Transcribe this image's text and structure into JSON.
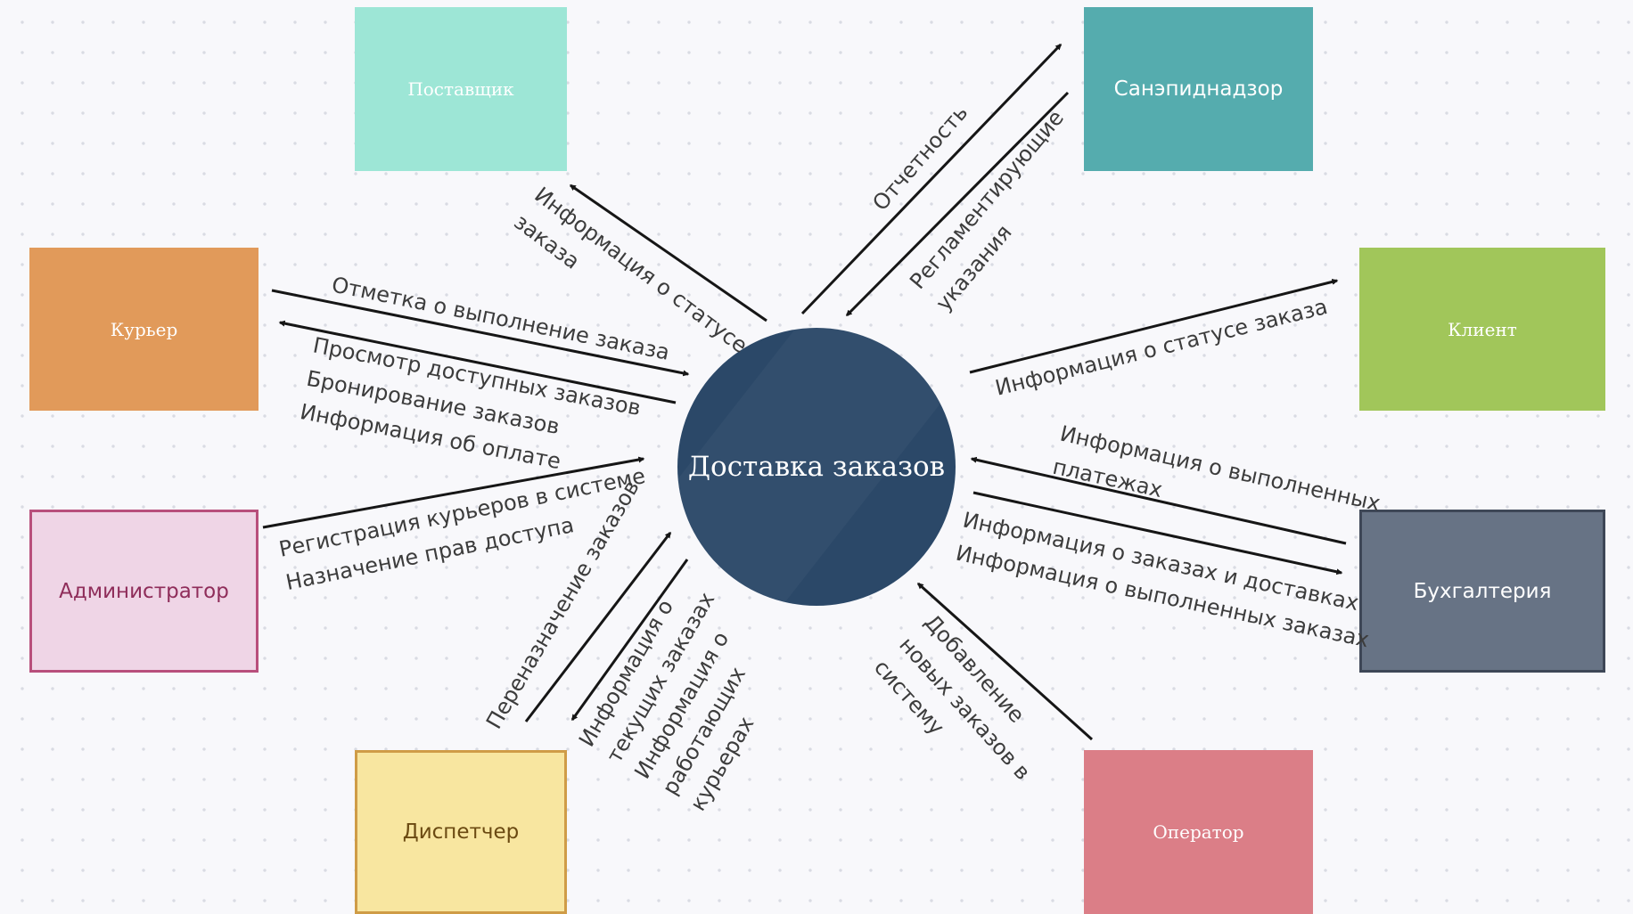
{
  "process": {
    "label": "Доставка заказов",
    "color": "#2b4868"
  },
  "entities": {
    "supplier": {
      "label": "Поставщик",
      "color": "#9de6d6"
    },
    "sanepid": {
      "label": "Санэпиднадзор",
      "color": "#55acae"
    },
    "courier": {
      "label": "Курьер",
      "color": "#e19a5a"
    },
    "client": {
      "label": "Клиент",
      "color": "#a1c65a"
    },
    "admin": {
      "label": "Администратор",
      "color": "#efd5e6"
    },
    "accounting": {
      "label": "Бухгалтерия",
      "color": "#677385"
    },
    "dispatcher": {
      "label": "Диспетчер",
      "color": "#f8e6a0"
    },
    "operator": {
      "label": "Оператор",
      "color": "#db7e87"
    }
  },
  "flows": {
    "supplier_status": {
      "lines": [
        "Информация о статусе",
        "заказа"
      ]
    },
    "sanepid_report": {
      "lines": [
        "Отчетность"
      ]
    },
    "sanepid_rules": {
      "lines": [
        "Регламентирующие",
        "указания"
      ]
    },
    "courier_done": {
      "lines": [
        "Отметка о выполнение заказа"
      ]
    },
    "courier_info": {
      "lines": [
        "Просмотр доступных заказов",
        "Бронирование заказов",
        "Информация об оплате"
      ]
    },
    "client_status": {
      "lines": [
        "Информация о статусе заказа"
      ]
    },
    "admin_reg": {
      "lines": [
        "Регистрация курьеров в системе",
        "Назначение прав доступа"
      ]
    },
    "accounting_payments": {
      "lines": [
        "Информация о выполненных",
        "платежах"
      ]
    },
    "accounting_orders": {
      "lines": [
        "Информация о заказах и доставках",
        "Информация о выполненных заказах"
      ]
    },
    "dispatcher_reassign": {
      "lines": [
        "Переназначение заказов"
      ]
    },
    "dispatcher_info": {
      "lines": [
        "Информация о",
        "текущих заказах",
        "Информация о",
        "работающих",
        "курьерах"
      ]
    },
    "operator_add": {
      "lines": [
        "Добавление",
        "новых заказов в",
        "систему"
      ]
    }
  }
}
